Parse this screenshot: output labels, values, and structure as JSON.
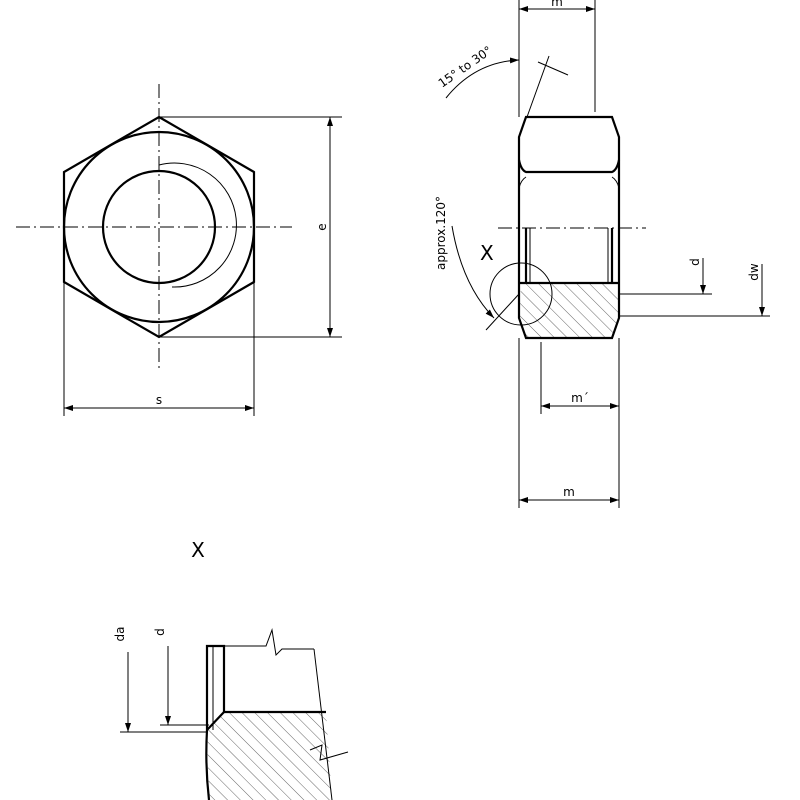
{
  "labels": {
    "m_top": "m",
    "angle_chamfer": "15° to 30°",
    "angle_cone": "approx.120°",
    "detail_marker": "X",
    "d": "d",
    "dw": "dw",
    "m_prime": "m´",
    "m_bottom": "m",
    "s": "s",
    "e": "e",
    "detail_title": "X",
    "da": "da",
    "d_detail": "d"
  }
}
